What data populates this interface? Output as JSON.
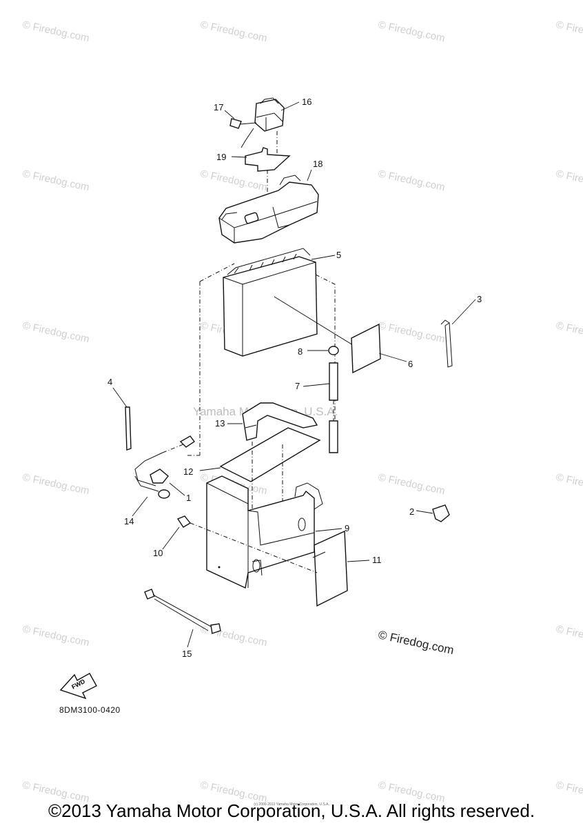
{
  "diagram": {
    "callouts": [
      "1",
      "2",
      "3",
      "4",
      "5",
      "6",
      "7",
      "8",
      "9",
      "10",
      "11",
      "12",
      "13",
      "14",
      "15",
      "16",
      "17",
      "18",
      "19"
    ],
    "fwd_label": "FWD",
    "drawing_code": "8DM3100-0420",
    "center_watermark": "Yamaha Motor Corp. U.S.A.",
    "watermark_text": "© Firedog.com",
    "brand_watermark": "© Firedog.com"
  },
  "footer": {
    "copyright": "©2013 Yamaha Motor Corporation, U.S.A. All rights reserved.",
    "small_print": "(c) 2000-2013 Yamaha Motor Corporation, U.S.A."
  }
}
